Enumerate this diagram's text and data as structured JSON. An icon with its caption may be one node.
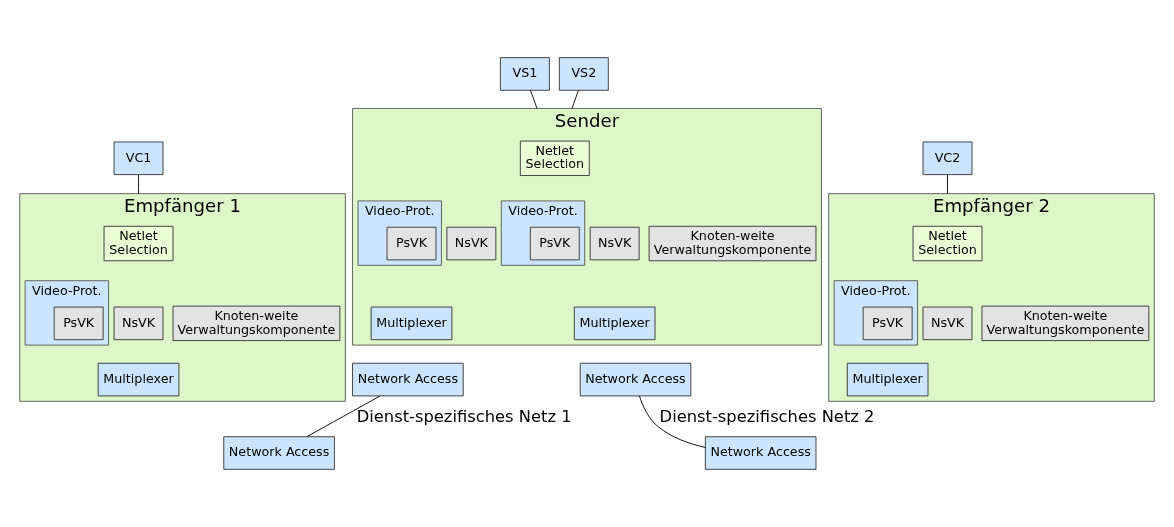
{
  "diagram": {
    "nodes": [
      {
        "text": [
          "VS1"
        ]
      },
      {
        "text": [
          "VS2"
        ]
      },
      {
        "text": [
          "VC1"
        ]
      },
      {
        "text": [
          "VC2"
        ]
      },
      {
        "text": [
          "Sender"
        ]
      },
      {
        "text": [
          "Netlet Selection"
        ],
        "in": 4
      },
      {
        "text": [
          "Video-Prot."
        ],
        "in": 4
      },
      {
        "text": [
          "PsVK"
        ],
        "in": 6
      },
      {
        "text": [
          "NsVK"
        ],
        "in": 4
      },
      {
        "text": [
          "Video-Prot."
        ],
        "in": 4
      },
      {
        "text": [
          "PsVK"
        ],
        "in": 9
      },
      {
        "text": [
          "NsVK"
        ],
        "in": 4
      },
      {
        "text": [
          "Knoten-weite Verwaltungskomponente"
        ],
        "in": 4
      },
      {
        "text": [
          "Multiplexer"
        ],
        "in": 4
      },
      {
        "text": [
          "Multiplexer"
        ],
        "in": 4
      },
      {
        "text": [
          "Network Access"
        ]
      },
      {
        "text": [
          "Network Access"
        ]
      },
      {
        "text": [
          "Empfänger 1"
        ]
      },
      {
        "text": [
          "Netlet Selection"
        ],
        "in": 17
      },
      {
        "text": [
          "Video-Prot."
        ],
        "in": 17
      },
      {
        "text": [
          "PsVK"
        ],
        "in": 19
      },
      {
        "text": [
          "NsVK"
        ],
        "in": 17
      },
      {
        "text": [
          "Knoten-weite Verwaltungskomponente"
        ],
        "in": 17
      },
      {
        "text": [
          "Multiplexer"
        ],
        "in": 17
      },
      {
        "text": [
          "Network Access"
        ]
      },
      {
        "text": [
          "Empfänger 2"
        ]
      },
      {
        "text": [
          "Netlet Selection"
        ],
        "in": 25
      },
      {
        "text": [
          "Video-Prot."
        ],
        "in": 25
      },
      {
        "text": [
          "PsVK"
        ],
        "in": 27
      },
      {
        "text": [
          "NsVK"
        ],
        "in": 25
      },
      {
        "text": [
          "Knoten-weite Verwaltungskomponente"
        ],
        "in": 25
      },
      {
        "text": [
          "Multiplexer"
        ],
        "in": 25
      },
      {
        "text": [
          "Network Access"
        ]
      }
    ],
    "edges": [
      {
        "from": 0,
        "to": 4,
        "arrow": "none"
      },
      {
        "from": 1,
        "to": 4,
        "arrow": "none"
      },
      {
        "from": 2,
        "to": 17,
        "arrow": "none"
      },
      {
        "from": 3,
        "to": 25,
        "arrow": "none"
      },
      {
        "from": 15,
        "to": 24,
        "arrow": "none",
        "label": "Dienst-spezifisches Netz 1"
      },
      {
        "from": 16,
        "to": 32,
        "arrow": "none",
        "label": "Dienst-spezifisches Netz 2"
      }
    ]
  }
}
